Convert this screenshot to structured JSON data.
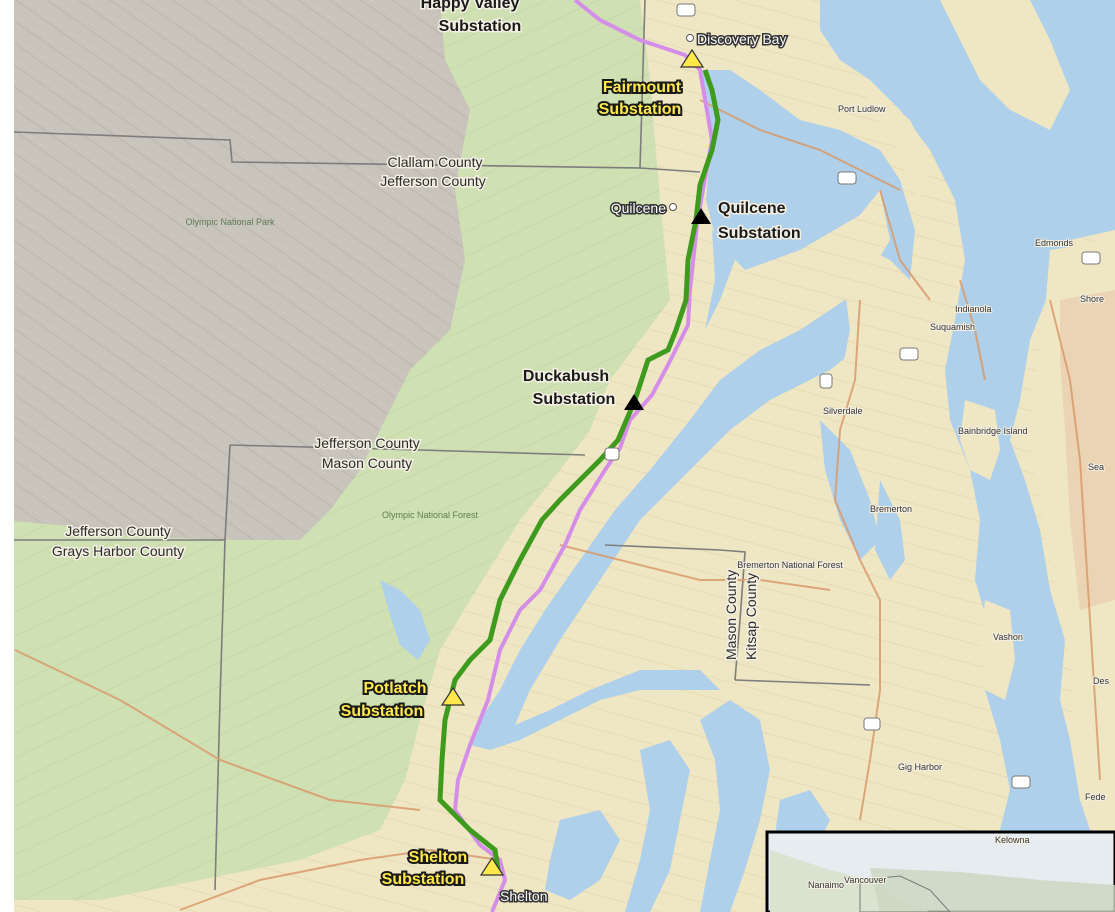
{
  "map": {
    "substations": {
      "happy_valley_line1": "Happy Valley",
      "happy_valley_line2": "Substation",
      "fairmount_line1": "Fairmount",
      "fairmount_line2": "Substation",
      "quilcene_line1": "Quilcene",
      "quilcene_line2": "Substation",
      "duckabush_line1": "Duckabush",
      "duckabush_line2": "Substation",
      "potlatch_line1": "Potlatch",
      "potlatch_line2": "Substation",
      "shelton_line1": "Shelton",
      "shelton_line2": "Substation"
    },
    "counties": {
      "clallam": "Clallam County",
      "jefferson_1": "Jefferson County",
      "jefferson_2": "Jefferson County",
      "mason_1": "Mason County",
      "jefferson_3": "Jefferson County",
      "grays_harbor": "Grays Harbor County",
      "mason_2": "Mason County",
      "kitsap": "Kitsap County"
    },
    "places": {
      "discovery_bay": "Discovery Bay",
      "port_ludlow": "Port Ludlow",
      "quilcene": "Quilcene",
      "edmonds": "Edmonds",
      "shoreline": "Shore",
      "indianola": "Indianola",
      "suquamish": "Suquamish",
      "silverdale": "Silverdale",
      "bainbridge": "Bainbridge Island",
      "seattle": "Sea",
      "bremerton": "Bremerton",
      "vashon": "Vashon",
      "des_moines": "Des",
      "gig_harbor": "Gig Harbor",
      "federal_way": "Fede",
      "shelton": "Shelton",
      "nanaimo": "Nanaimo",
      "vancouver": "Vancouver",
      "kelowna": "Kelowna",
      "olympic_np": "Olympic National Park",
      "olympic_nf": "Olympic National Forest",
      "bremerton_forest": "Bremerton National Forest"
    },
    "colors": {
      "land": "#efe6c4",
      "forest": "#cfe0b3",
      "mountain": "#c7c2ba",
      "water": "#aed0ea",
      "project_line": "#3f9b1d",
      "existing_line": "#d58ee8",
      "road": "#d99a6c",
      "substation_new": "#ffe84a",
      "substation_existing": "#000000"
    },
    "icons": [
      "triangle-substation-icon",
      "triangle-existing-substation-icon",
      "town-dot-icon",
      "highway-shield-icon"
    ]
  }
}
